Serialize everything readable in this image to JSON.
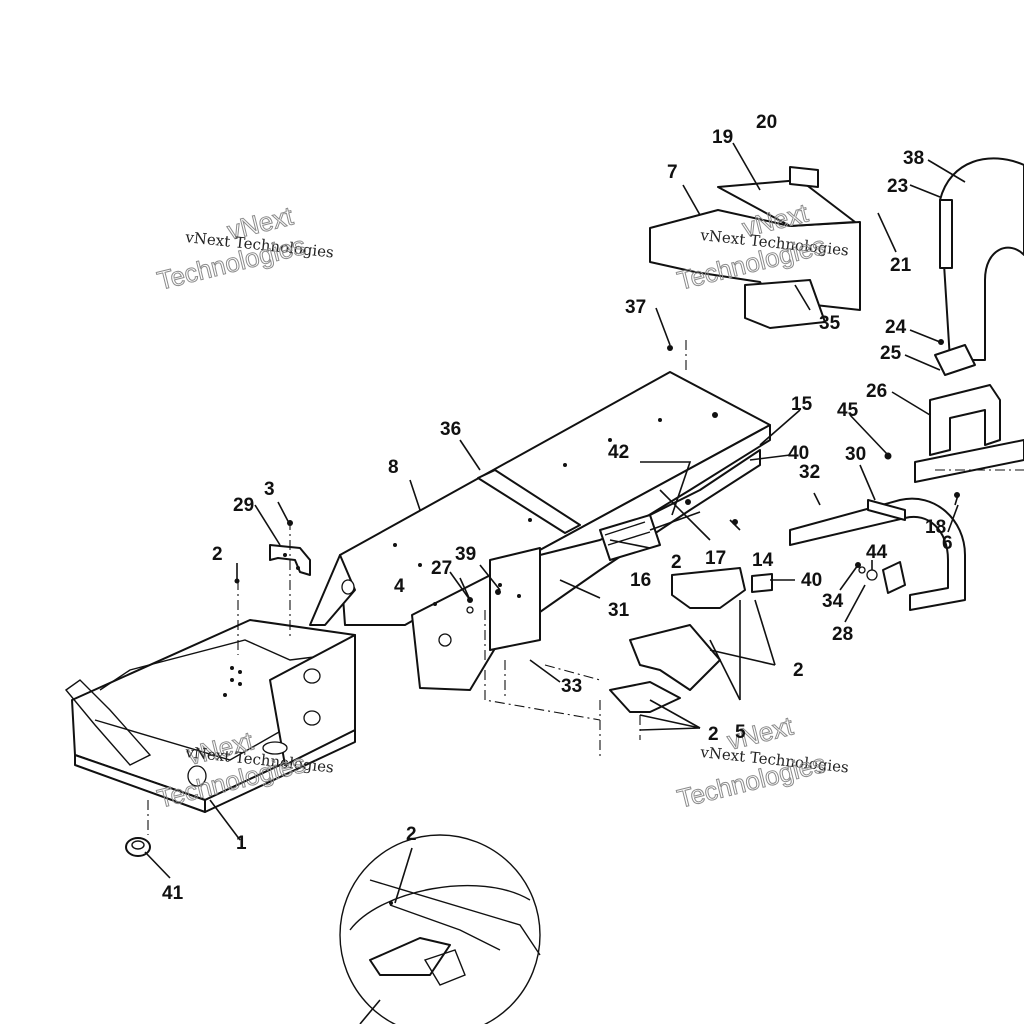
{
  "watermark": {
    "small_text": "vNext Technologies",
    "big_text_1": "vNext",
    "big_text_2": "Technologies"
  },
  "callouts": {
    "c1": "1",
    "c2a": "2",
    "c2b": "2",
    "c2c": "2",
    "c2d": "2",
    "c2e": "2",
    "c3": "3",
    "c4": "4",
    "c5": "5",
    "c6": "6",
    "c7": "7",
    "c8": "8",
    "c14": "14",
    "c15": "15",
    "c16": "16",
    "c17": "17",
    "c18": "18",
    "c19": "19",
    "c20": "20",
    "c21": "21",
    "c23": "23",
    "c24": "24",
    "c25": "25",
    "c26": "26",
    "c27": "27",
    "c28": "28",
    "c29": "29",
    "c30": "30",
    "c31": "31",
    "c32": "32",
    "c33": "33",
    "c34": "34",
    "c35": "35",
    "c36": "36",
    "c37": "37",
    "c38": "38",
    "c39": "39",
    "c40a": "40",
    "c40b": "40",
    "c41": "41",
    "c42": "42",
    "c44": "44",
    "c45": "45"
  }
}
